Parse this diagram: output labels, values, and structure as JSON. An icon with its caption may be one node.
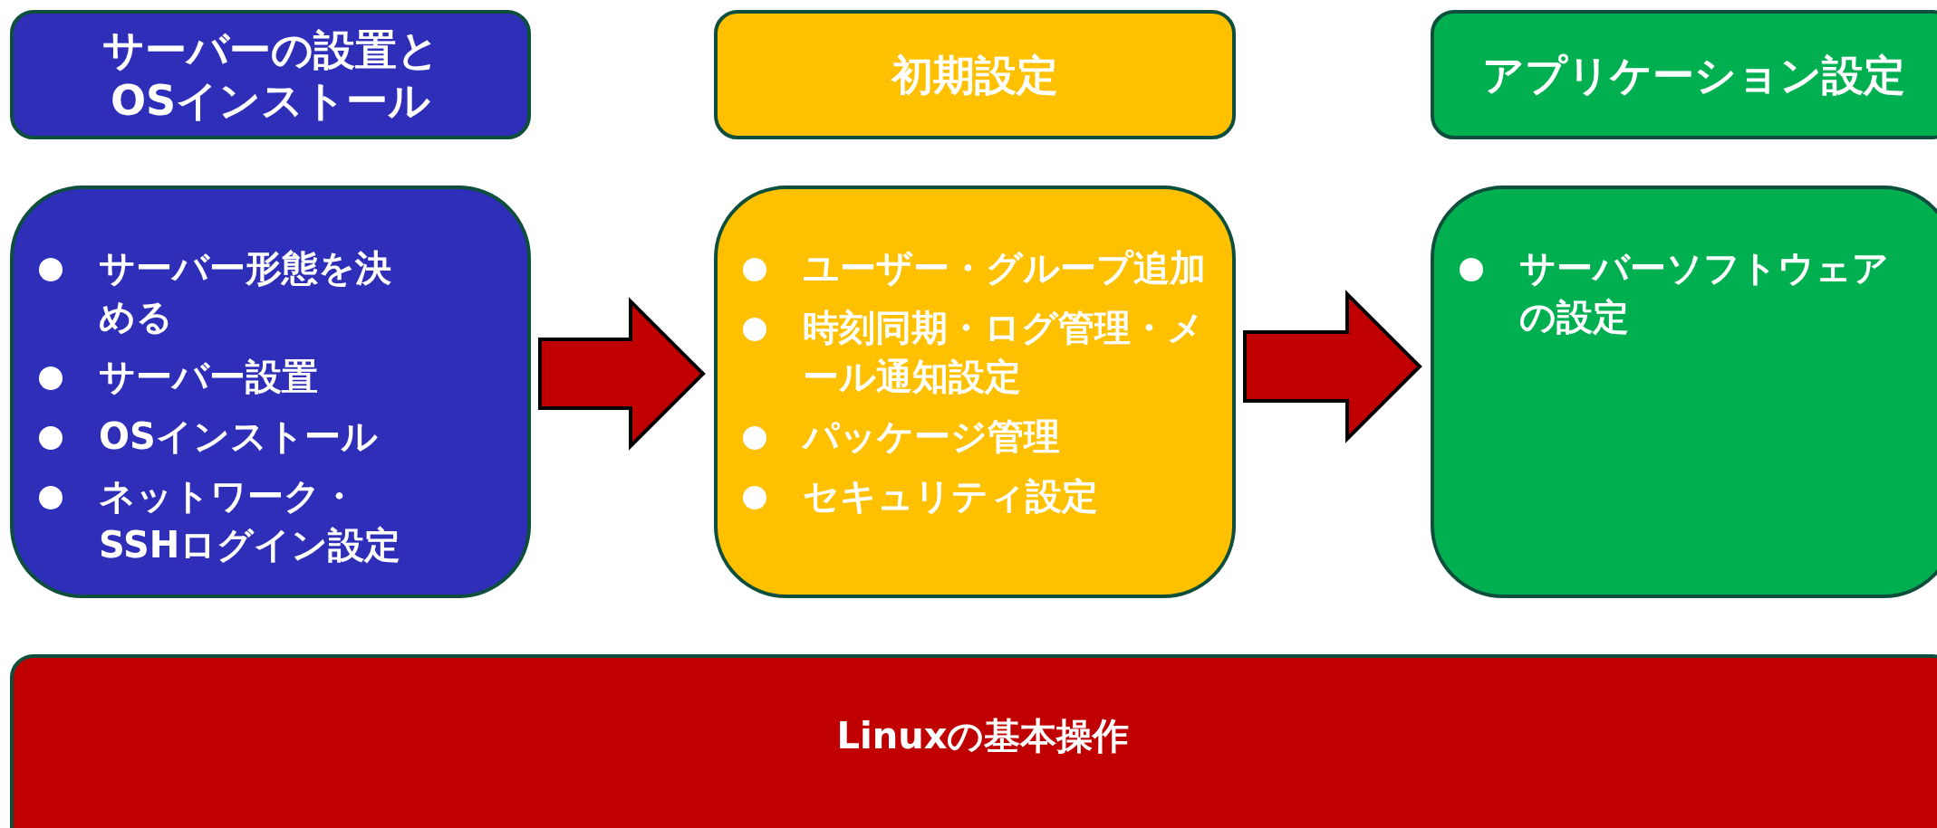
{
  "diagram": {
    "nodes": [
      {
        "text": [
          "サーバーの設置とOSインストール"
        ]
      },
      {
        "text": [
          "サーバー形態を決める",
          "サーバー設置",
          "OSインストール",
          "ネットワーク・SSHログイン設定"
        ]
      },
      {
        "text": [
          "初期設定"
        ]
      },
      {
        "text": [
          "ユーザー・グループ追加",
          "時刻同期・ログ管理・メール通知設定",
          "パッケージ管理",
          "セキュリティ設定"
        ]
      },
      {
        "text": [
          "アプリケーション設定"
        ]
      },
      {
        "text": [
          "サーバーソフトウェアの設定"
        ]
      },
      {
        "text": [
          "Linuxの基本操作"
        ]
      }
    ],
    "edges": [
      {
        "from": 1,
        "to": 3,
        "arrow": "to",
        "style": "thick",
        "color": "#c00000"
      },
      {
        "from": 3,
        "to": 5,
        "arrow": "to",
        "style": "thick",
        "color": "#c00000"
      }
    ]
  }
}
